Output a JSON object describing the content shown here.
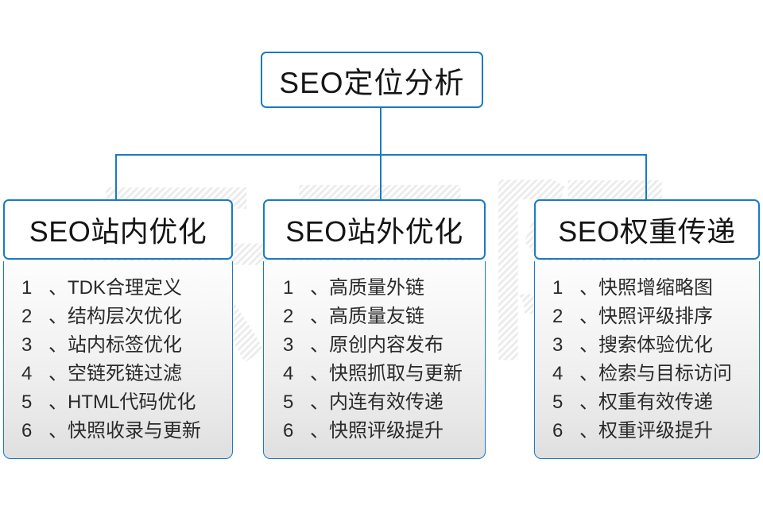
{
  "diagram": {
    "root": {
      "title": "SEO定位分析"
    },
    "watermark": {
      "text": "云无限",
      "color": "#ededed"
    },
    "accent_color": "#1a7ac4",
    "separator": "、",
    "columns": [
      {
        "header": "SEO站内优化",
        "items": [
          {
            "num": "1",
            "text": "TDK合理定义"
          },
          {
            "num": "2",
            "text": "结构层次优化"
          },
          {
            "num": "3",
            "text": "站内标签优化"
          },
          {
            "num": "4",
            "text": "空链死链过滤"
          },
          {
            "num": "5",
            "text": "HTML代码优化"
          },
          {
            "num": "6",
            "text": "快照收录与更新"
          }
        ]
      },
      {
        "header": "SEO站外优化",
        "items": [
          {
            "num": "1",
            "text": "高质量外链"
          },
          {
            "num": "2",
            "text": "高质量友链"
          },
          {
            "num": "3",
            "text": "原创内容发布"
          },
          {
            "num": "4",
            "text": "快照抓取与更新"
          },
          {
            "num": "5",
            "text": "内连有效传递"
          },
          {
            "num": "6",
            "text": "快照评级提升"
          }
        ]
      },
      {
        "header": "SEO权重传递",
        "items": [
          {
            "num": "1",
            "text": "快照增缩略图"
          },
          {
            "num": "2",
            "text": "快照评级排序"
          },
          {
            "num": "3",
            "text": "搜索体验优化"
          },
          {
            "num": "4",
            "text": "检索与目标访问"
          },
          {
            "num": "5",
            "text": "权重有效传递"
          },
          {
            "num": "6",
            "text": "权重评级提升"
          }
        ]
      }
    ]
  }
}
